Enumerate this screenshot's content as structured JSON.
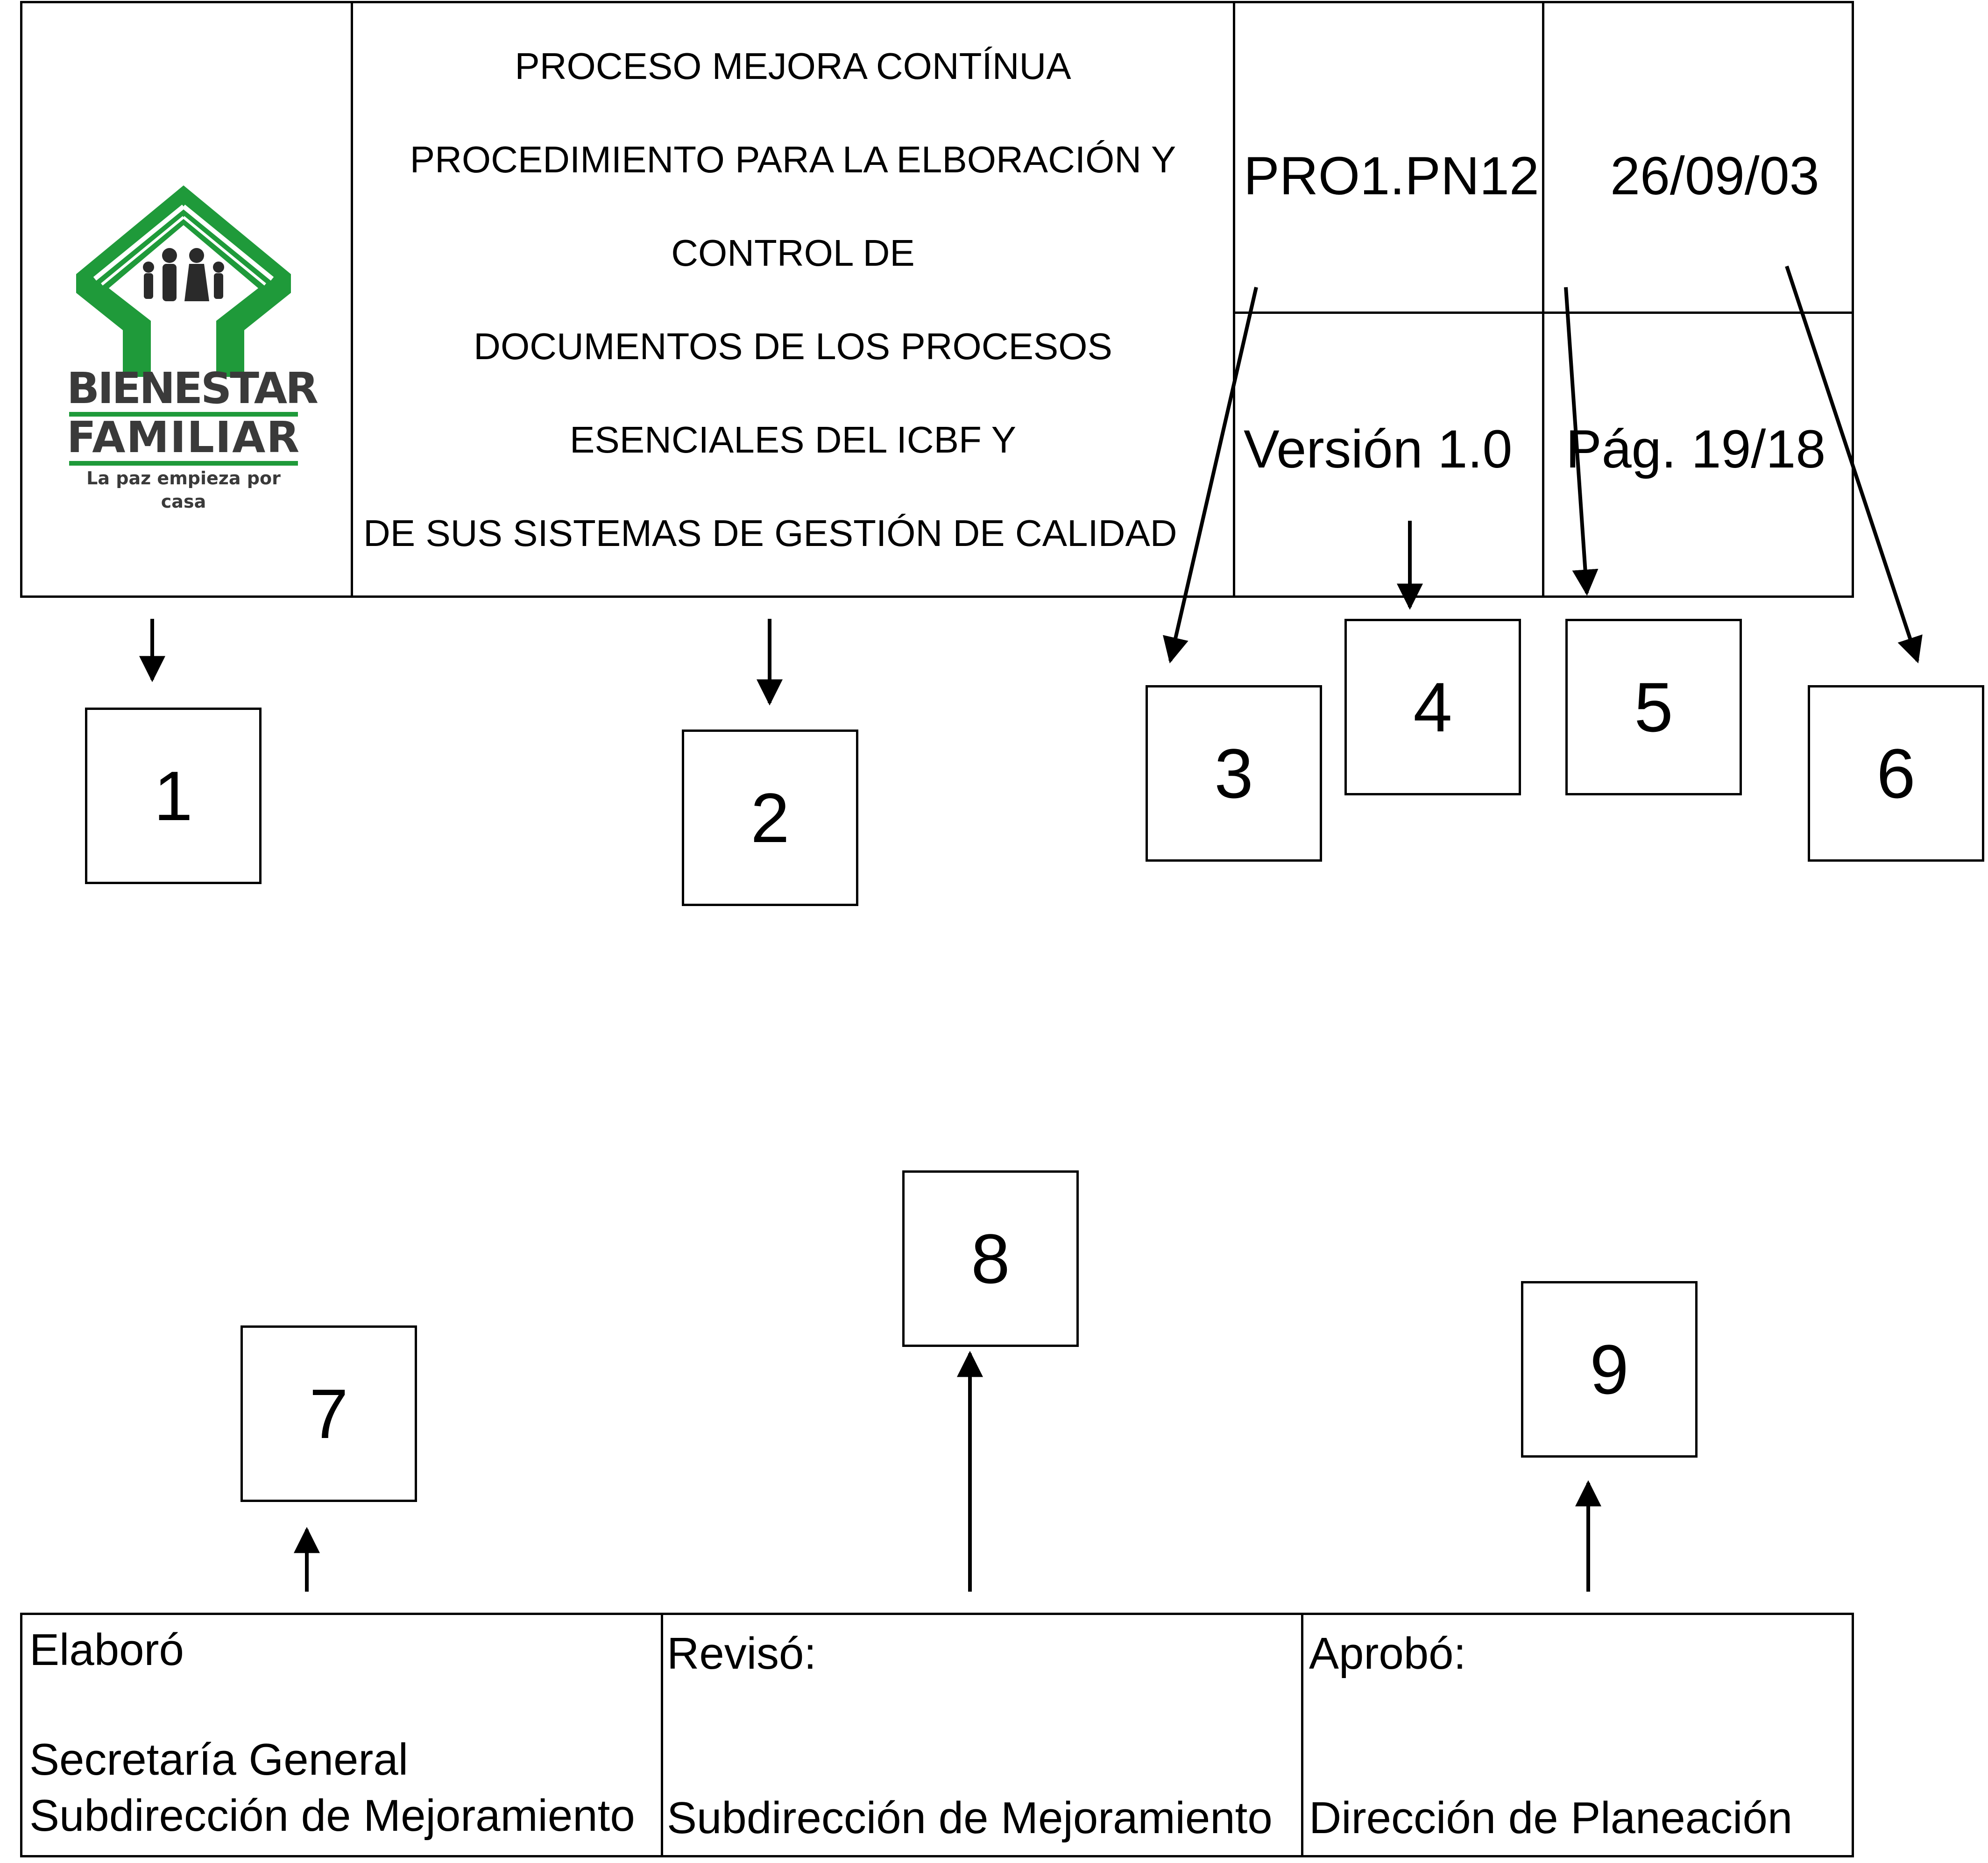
{
  "header": {
    "logo": {
      "name": "BIENESTAR",
      "name2": "FAMILIAR",
      "tagline": "La paz empieza por casa",
      "colors": {
        "green": "#1f9a3a",
        "dark": "#3a3a3a"
      }
    },
    "title_lines": [
      "PROCESO MEJORA CONTÍNUA",
      "PROCEDIMIENTO PARA LA ELBORACIÓN Y",
      "CONTROL DE",
      "DOCUMENTOS DE LOS PROCESOS",
      "ESENCIALES DEL ICBF Y",
      "DE SUS SISTEMAS DE GESTIÓN DE CALIDAD"
    ],
    "code": "PRO1.PN12",
    "date": "26/09/03",
    "version": "Versión 1.0",
    "page": "Pág. 19/18"
  },
  "callouts": [
    "1",
    "2",
    "3",
    "4",
    "5",
    "6",
    "7",
    "8",
    "9"
  ],
  "footer": {
    "elaboro_label": "Elaboró",
    "elaboro_line1": "Secretaría General",
    "elaboro_line2": "Subdirección de Mejoramiento",
    "reviso_label": "Revisó:",
    "reviso_value": "Subdirección de Mejoramiento",
    "aprobo_label": "Aprobó:",
    "aprobo_value": "Dirección de Planeación"
  }
}
